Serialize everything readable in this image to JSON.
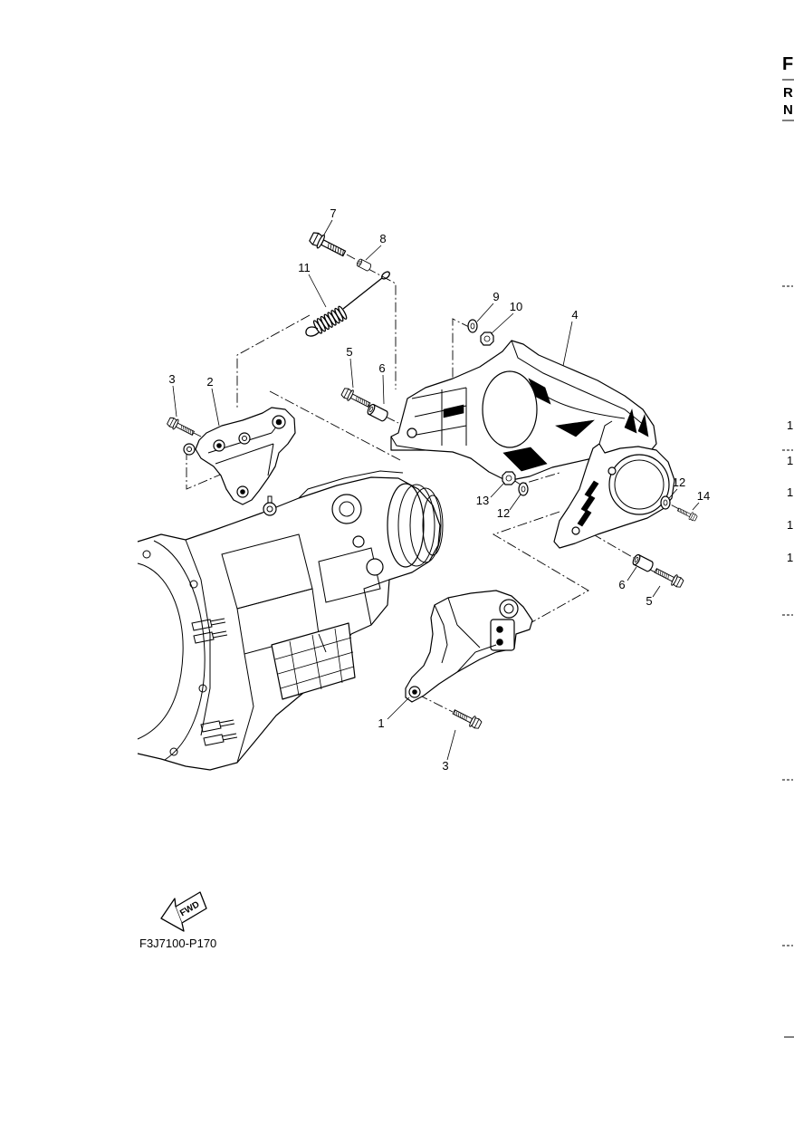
{
  "colors": {
    "background": "#ffffff",
    "ink": "#000000"
  },
  "diagram": {
    "callouts": [
      {
        "label": "7"
      },
      {
        "label": "8"
      },
      {
        "label": "11"
      },
      {
        "label": "9"
      },
      {
        "label": "10"
      },
      {
        "label": "4"
      },
      {
        "label": "5"
      },
      {
        "label": "6"
      },
      {
        "label": "3"
      },
      {
        "label": "2"
      },
      {
        "label": "13"
      },
      {
        "label": "12"
      },
      {
        "label": "12"
      },
      {
        "label": "14"
      },
      {
        "label": "6"
      },
      {
        "label": "5"
      },
      {
        "label": "1"
      },
      {
        "label": "3"
      }
    ],
    "forward_arrow": {
      "icon": "fwd-arrow-icon",
      "text": "FWD"
    },
    "figure_code": "F3J7100-P170"
  },
  "right_margin": {
    "header": [
      "F",
      "R",
      "N"
    ],
    "row_refs": [
      "1",
      "1",
      "1",
      "1",
      "1"
    ]
  }
}
